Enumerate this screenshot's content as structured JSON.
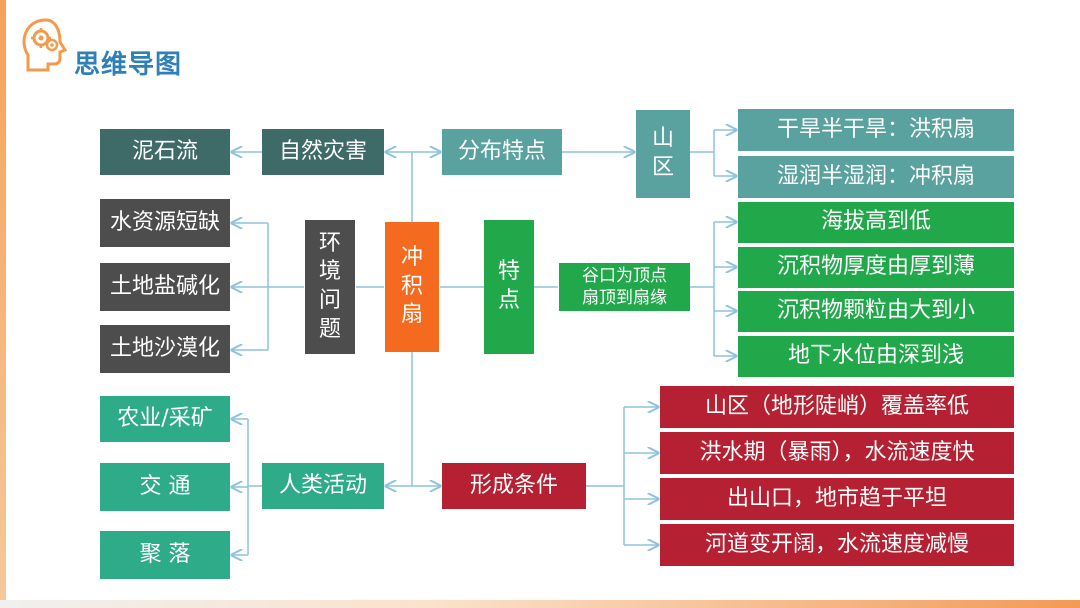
{
  "header": {
    "title": "思维导图",
    "logo_icon": "head-gears-icon"
  },
  "colors": {
    "accent_orange": "#f46b1f",
    "title_blue": "#2f7fb8",
    "dark_teal": "#3e6a68",
    "grey": "#4d4d4d",
    "teal": "#5aa29f",
    "mint": "#2eac8a",
    "green": "#21a84b",
    "red": "#b52132",
    "line": "#8ec3de"
  },
  "center": {
    "label": "冲积扇"
  },
  "natural": {
    "label": "自然灾害",
    "items": [
      "泥石流"
    ]
  },
  "environment": {
    "label": "环境问题",
    "items": [
      "水资源短缺",
      "土地盐碱化",
      "土地沙漠化"
    ]
  },
  "human": {
    "label": "人类活动",
    "items": [
      "农业/采矿",
      "交 通",
      "聚 落"
    ]
  },
  "distribution": {
    "label": "分布特点",
    "region": "山区",
    "items": [
      "干旱半干旱：洪积扇",
      "湿润半湿润：冲积扇"
    ]
  },
  "features": {
    "label": "特点",
    "mid_lines": [
      "谷口为顶点",
      "扇顶到扇缘"
    ],
    "items": [
      "海拔高到低",
      "沉积物厚度由厚到薄",
      "沉积物颗粒由大到小",
      "地下水位由深到浅"
    ]
  },
  "formation": {
    "label": "形成条件",
    "items": [
      "山区（地形陡峭）覆盖率低",
      "洪水期（暴雨），水流速度快",
      "出山口，地市趋于平坦",
      "河道变开阔，水流速度减慢"
    ]
  }
}
